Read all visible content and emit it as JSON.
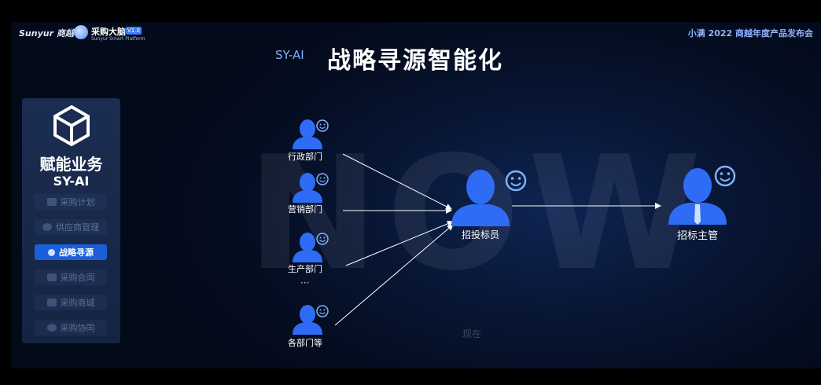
{
  "header": {
    "brand": "Sunyur 商越",
    "product": "采购大脑",
    "version": "V1.0",
    "product_sub": "Sunyur Smart Platform",
    "event": "小满 2022 商越年度产品发布会"
  },
  "slide": {
    "tag": "SY-AI",
    "title": "战略寻源智能化"
  },
  "panel": {
    "title": "赋能业务",
    "subtitle": "SY-AI",
    "items": [
      {
        "label": "采购计划",
        "active": false
      },
      {
        "label": "供应商管理",
        "active": false
      },
      {
        "label": "战略寻源",
        "active": true
      },
      {
        "label": "采购合同",
        "active": false
      },
      {
        "label": "采购商城",
        "active": false
      },
      {
        "label": "采购协同",
        "active": false
      }
    ]
  },
  "watermark": {
    "big": "NOW",
    "small": "现在"
  },
  "diagram": {
    "departments": [
      "行政部门",
      "营销部门",
      "生产部门",
      "各部门等"
    ],
    "ellipsis": "···",
    "center": "招投标员",
    "target": "招标主管"
  },
  "colors": {
    "accent": "#1b5fd8",
    "person": "#2f6cf5",
    "smiley": "#7fb2ff"
  }
}
